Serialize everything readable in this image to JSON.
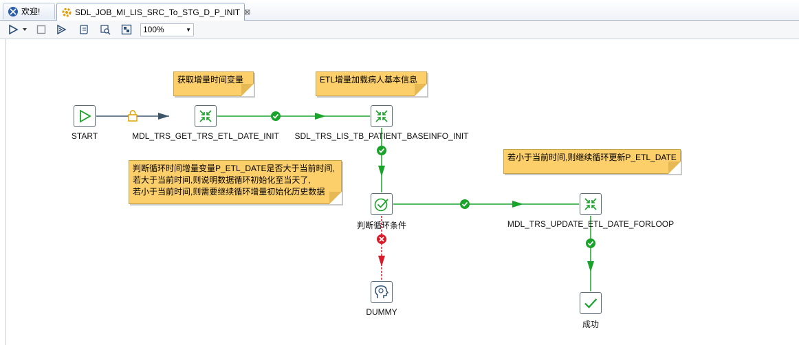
{
  "tabs": [
    {
      "label": "欢迎!"
    },
    {
      "label": "SDL_JOB_MI_LIS_SRC_To_STG_D_P_INIT",
      "close": "⊠"
    }
  ],
  "toolbar": {
    "zoom": "100%",
    "icons": [
      "run-icon",
      "dropdown-arrow-icon",
      "stop-icon",
      "replay-icon",
      "scroll-icon",
      "search-icon",
      "grid-icon"
    ]
  },
  "nodes": {
    "start": "START",
    "get_date": "MDL_TRS_GET_TRS_ETL_DATE_INIT",
    "baseinfo": "SDL_TRS_LIS_TB_PATIENT_BASEINFO_INIT",
    "judge": "判断循环条件",
    "update": "MDL_TRS_UPDATE_ETL_DATE_FORLOOP",
    "dummy": "DUMMY",
    "success": "成功"
  },
  "notes": {
    "get_date_note": "获取增量时间变量",
    "baseinfo_note": "ETL增量加载病人基本信息",
    "judge_note_line1": "判断循环时间增量变量P_ETL_DATE是否大于当前时间,",
    "judge_note_line2": "若大于当前时间,则说明数据循环初始化至当天了,",
    "judge_note_line3": "若小于当前时间,则需要继续循环增量初始化历史数据",
    "update_note": "若小于当前时间,则继续循环更新P_ETL_DATE"
  },
  "colors": {
    "success_hop": "#1aa32a",
    "unconditional_hop": "#3b5569",
    "failure_hop": "#d81b2a",
    "note_bg": "#fccf6b",
    "lock": "#e6a100"
  }
}
